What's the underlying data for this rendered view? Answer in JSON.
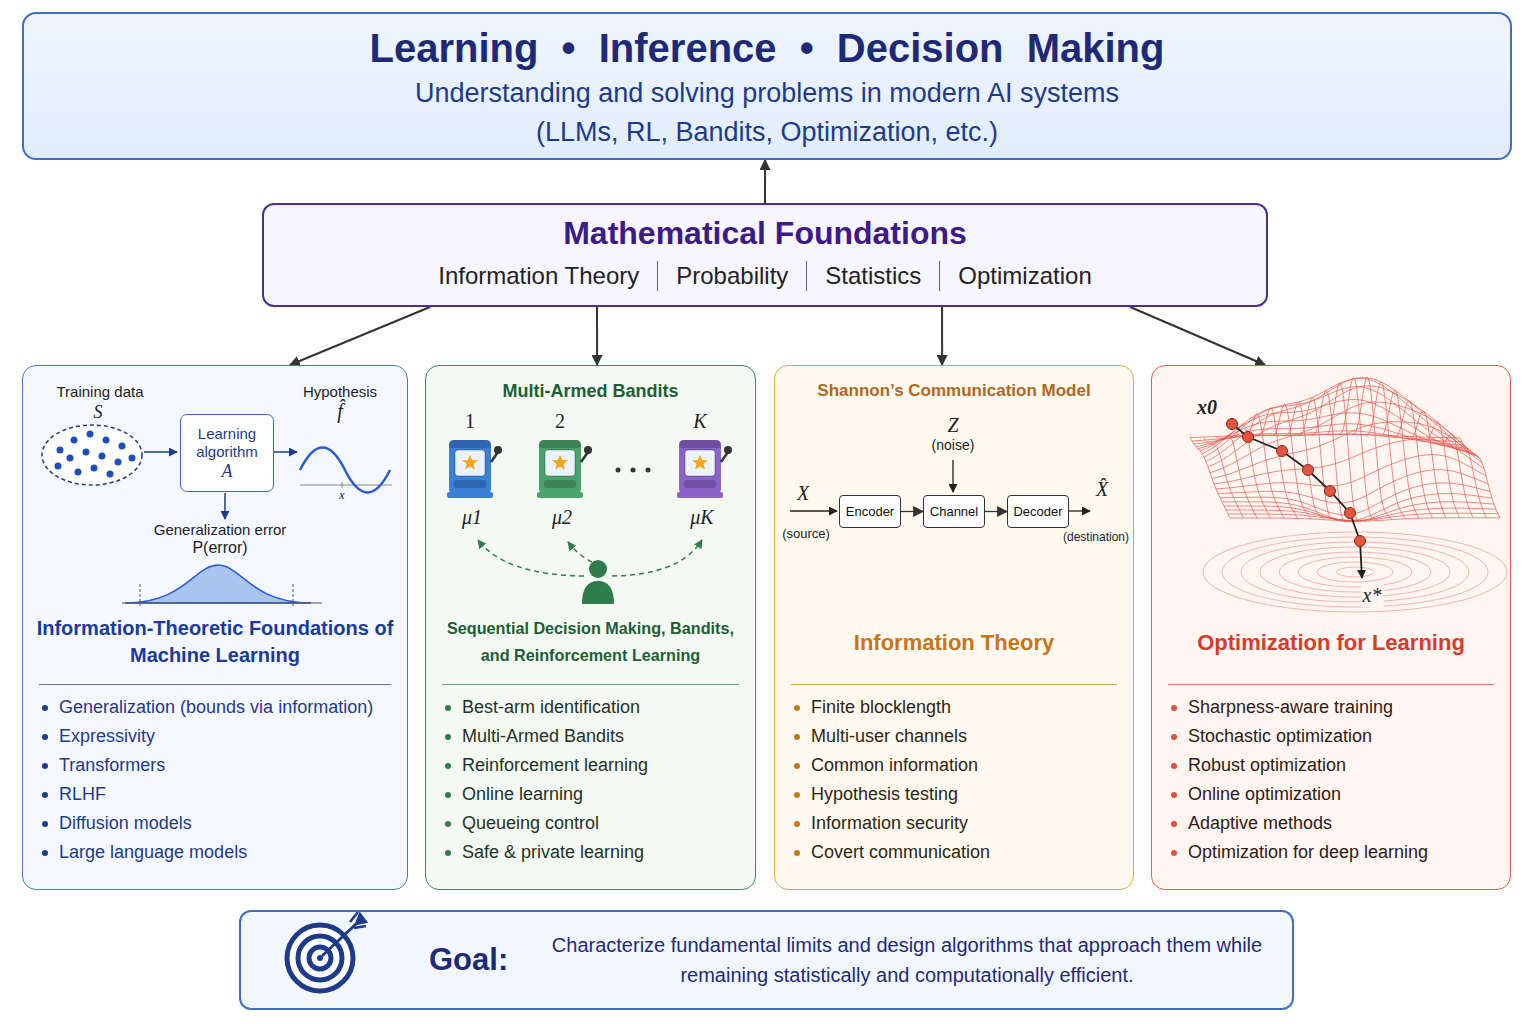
{
  "diagram": {
    "nodes": [
      {
        "text": [
          "Learning • Inference • Decision Making",
          "Understanding and solving problems in modern AI systems (LLMs, RL, Bandits, Optimization, etc.)"
        ]
      },
      {
        "text": [
          "Mathematical Foundations",
          "Information Theory",
          "Probability",
          "Statistics",
          "Optimization"
        ]
      },
      {
        "text": [
          "Information-Theoretic Foundations of Machine Learning",
          "Generalization (bounds via information)",
          "Expressivity",
          "Transformers",
          "RLHF",
          "Diffusion models",
          "Large language models"
        ]
      },
      {
        "text": [
          "Learning algorithm",
          "A"
        ],
        "in": 2
      },
      {
        "text": [
          "Multi-Armed Bandits",
          "Sequential Decision Making, Bandits, and Reinforcement Learning",
          "Best-arm identification",
          "Multi-Armed Bandits",
          "Reinforcement learning",
          "Online learning",
          "Queueing control",
          "Safe & private learning"
        ]
      },
      {
        "text": [
          "Shannon’s Communication Model",
          "Information Theory",
          "Finite blocklength",
          "Multi-user channels",
          "Common information",
          "Hypothesis testing",
          "Information security",
          "Covert communication"
        ]
      },
      {
        "text": [
          "Encoder"
        ],
        "in": 5
      },
      {
        "text": [
          "Channel"
        ],
        "in": 5
      },
      {
        "text": [
          "Decoder"
        ],
        "in": 5
      },
      {
        "text": [
          "Optimization for Learning",
          "Sharpness-aware training",
          "Stochastic optimization",
          "Robust optimization",
          "Online optimization",
          "Adaptive methods",
          "Optimization for deep learning"
        ]
      },
      {
        "text": [
          "Goal:",
          "Characterize fundamental limits and design algorithms that approach them while remaining statistically and computationally efficient."
        ]
      }
    ],
    "edges": [
      {
        "from": 1,
        "to": 0,
        "arrow": "to"
      },
      {
        "from": 1,
        "to": 2,
        "arrow": "to"
      },
      {
        "from": 1,
        "to": 4,
        "arrow": "to"
      },
      {
        "from": 1,
        "to": 5,
        "arrow": "to"
      },
      {
        "from": 1,
        "to": 9,
        "arrow": "to"
      },
      {
        "from": 6,
        "to": 7,
        "arrow": "to"
      },
      {
        "from": 7,
        "to": 8,
        "arrow": "to"
      }
    ],
    "labels": [
      "Training data",
      "S",
      "Hypothesis",
      "f̂",
      "x",
      "Generalization error",
      "P(error)",
      "1",
      "2",
      "K",
      "μ1",
      "μ2",
      "μK",
      "Z",
      "(noise)",
      "X",
      "(source)",
      "X̂",
      "(destination)",
      "x0",
      "x*"
    ]
  }
}
